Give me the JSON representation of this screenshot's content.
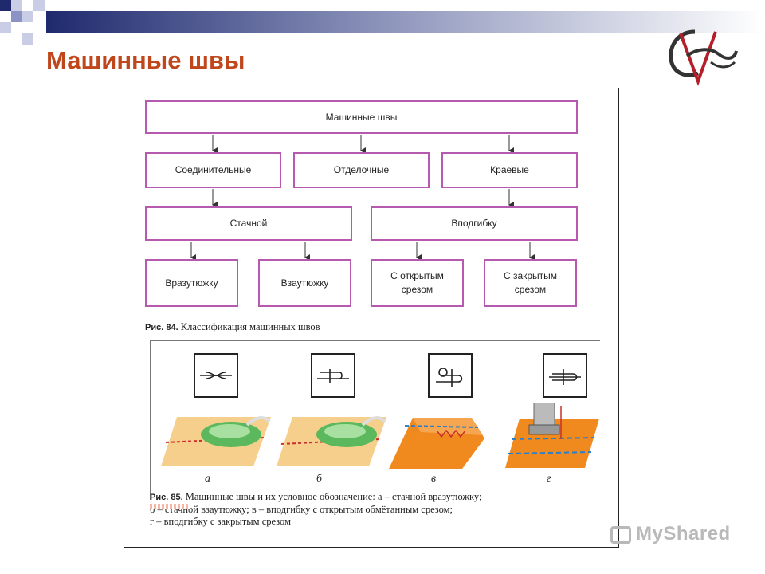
{
  "slide": {
    "title": "Машинные швы"
  },
  "diagram": {
    "root": "Машинные швы",
    "level1": [
      "Соединительные",
      "Отделочные",
      "Краевые"
    ],
    "level2": [
      "Стачной",
      "Вподгибку"
    ],
    "level3": [
      "Вразутюжку",
      "Взаутюжку",
      "С открытым\nсрезом",
      "С закрытым\nсрезом"
    ],
    "caption_label": "Рис. 84.",
    "caption_text": "Классификация машинных швов"
  },
  "figure": {
    "letters": [
      "а",
      "б",
      "в",
      "г"
    ],
    "caption_label": "Рис. 85.",
    "caption_line1": "Машинные швы и их условное обозначение: а – стачной вразутюжку;",
    "caption_line2": "б – стачной взаутюжку; в – вподгибку с открытым обмётанным срезом;",
    "caption_line3": "г – вподгибку с закрытым срезом"
  },
  "watermark": "MyShared",
  "colors": {
    "title": "#c0461c",
    "box_border": "#b65ab0",
    "fabric_light": "#f7cf8d",
    "fabric_orange": "#f08a1e",
    "iron_green": "#5cb85c"
  }
}
